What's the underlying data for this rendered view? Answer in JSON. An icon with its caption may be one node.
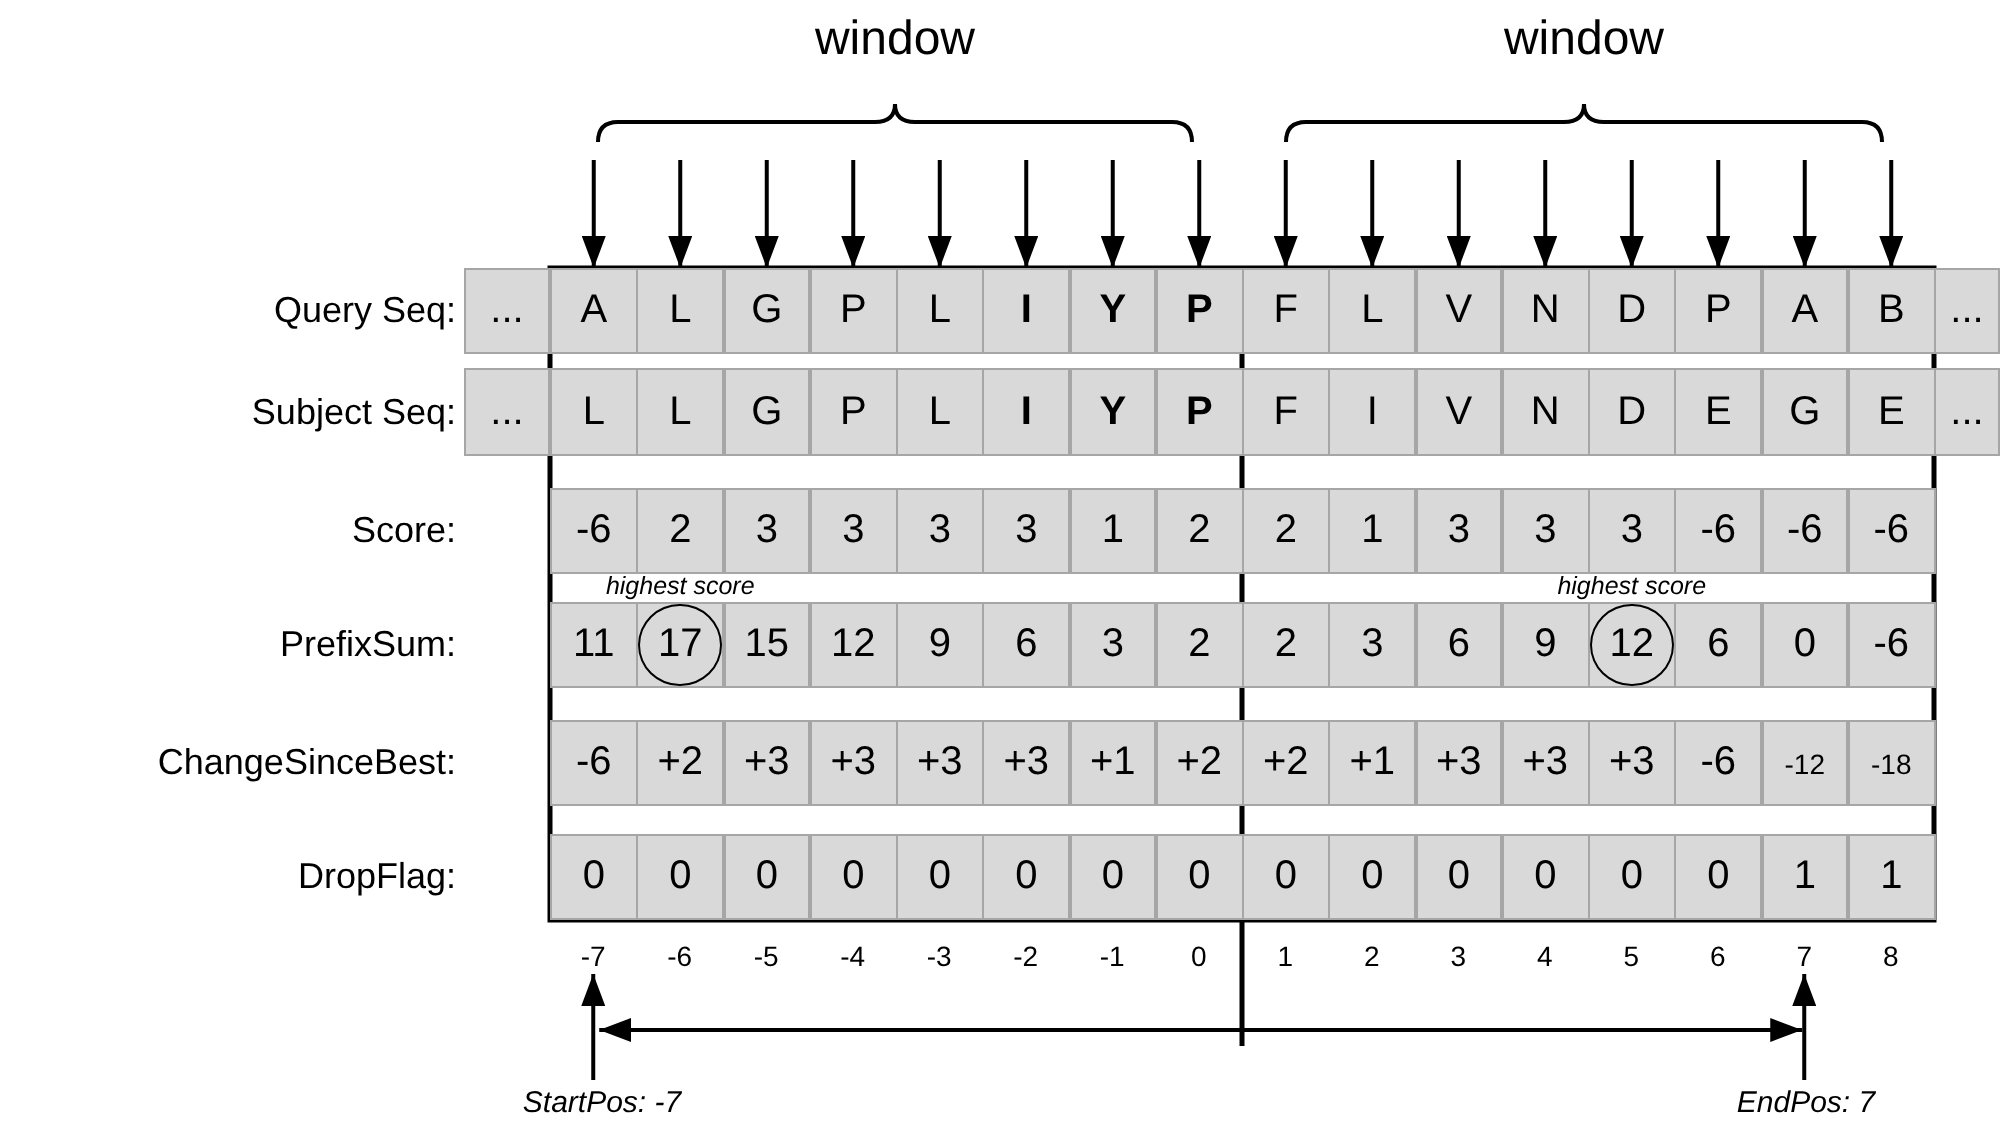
{
  "diagram": {
    "nodes": [
      {
        "text": [
          "window"
        ]
      },
      {
        "text": [
          "window"
        ]
      },
      {
        "text": [
          "..."
        ]
      },
      {
        "text": [
          "A"
        ]
      },
      {
        "text": [
          "L"
        ]
      },
      {
        "text": [
          "G"
        ]
      },
      {
        "text": [
          "P"
        ]
      },
      {
        "text": [
          "L"
        ]
      },
      {
        "text": [
          "I"
        ]
      },
      {
        "text": [
          "Y"
        ]
      },
      {
        "text": [
          "P"
        ]
      },
      {
        "text": [
          "F"
        ]
      },
      {
        "text": [
          "L"
        ]
      },
      {
        "text": [
          "V"
        ]
      },
      {
        "text": [
          "N"
        ]
      },
      {
        "text": [
          "D"
        ]
      },
      {
        "text": [
          "P"
        ]
      },
      {
        "text": [
          "A"
        ]
      },
      {
        "text": [
          "B"
        ]
      },
      {
        "text": [
          "..."
        ]
      },
      {
        "text": [
          "..."
        ]
      },
      {
        "text": [
          "L"
        ]
      },
      {
        "text": [
          "L"
        ]
      },
      {
        "text": [
          "G"
        ]
      },
      {
        "text": [
          "P"
        ]
      },
      {
        "text": [
          "L"
        ]
      },
      {
        "text": [
          "I"
        ]
      },
      {
        "text": [
          "Y"
        ]
      },
      {
        "text": [
          "P"
        ]
      },
      {
        "text": [
          "F"
        ]
      },
      {
        "text": [
          "I"
        ]
      },
      {
        "text": [
          "V"
        ]
      },
      {
        "text": [
          "N"
        ]
      },
      {
        "text": [
          "D"
        ]
      },
      {
        "text": [
          "E"
        ]
      },
      {
        "text": [
          "G"
        ]
      },
      {
        "text": [
          "E"
        ]
      },
      {
        "text": [
          "..."
        ]
      },
      {
        "text": [
          "-6"
        ]
      },
      {
        "text": [
          "2"
        ]
      },
      {
        "text": [
          "3"
        ]
      },
      {
        "text": [
          "3"
        ]
      },
      {
        "text": [
          "3"
        ]
      },
      {
        "text": [
          "3"
        ]
      },
      {
        "text": [
          "1"
        ]
      },
      {
        "text": [
          "2"
        ]
      },
      {
        "text": [
          "2"
        ]
      },
      {
        "text": [
          "1"
        ]
      },
      {
        "text": [
          "3"
        ]
      },
      {
        "text": [
          "3"
        ]
      },
      {
        "text": [
          "3"
        ]
      },
      {
        "text": [
          "-6"
        ]
      },
      {
        "text": [
          "-6"
        ]
      },
      {
        "text": [
          "-6"
        ]
      },
      {
        "text": [
          "11"
        ]
      },
      {
        "text": [
          "17"
        ],
        "beside": [
          "highest score"
        ]
      },
      {
        "text": [
          "15"
        ]
      },
      {
        "text": [
          "12"
        ]
      },
      {
        "text": [
          "9"
        ]
      },
      {
        "text": [
          "6"
        ]
      },
      {
        "text": [
          "3"
        ]
      },
      {
        "text": [
          "2"
        ]
      },
      {
        "text": [
          "2"
        ]
      },
      {
        "text": [
          "3"
        ]
      },
      {
        "text": [
          "6"
        ]
      },
      {
        "text": [
          "9"
        ]
      },
      {
        "text": [
          "12"
        ],
        "beside": [
          "highest score"
        ]
      },
      {
        "text": [
          "6"
        ]
      },
      {
        "text": [
          "0"
        ]
      },
      {
        "text": [
          "-6"
        ]
      },
      {
        "text": [
          "-6"
        ]
      },
      {
        "text": [
          "+2"
        ]
      },
      {
        "text": [
          "+3"
        ]
      },
      {
        "text": [
          "+3"
        ]
      },
      {
        "text": [
          "+3"
        ]
      },
      {
        "text": [
          "+3"
        ]
      },
      {
        "text": [
          "+1"
        ]
      },
      {
        "text": [
          "+2"
        ]
      },
      {
        "text": [
          "+2"
        ]
      },
      {
        "text": [
          "+1"
        ]
      },
      {
        "text": [
          "+3"
        ]
      },
      {
        "text": [
          "+3"
        ]
      },
      {
        "text": [
          "+3"
        ]
      },
      {
        "text": [
          "-6"
        ]
      },
      {
        "text": [
          "-12"
        ]
      },
      {
        "text": [
          "-18"
        ]
      },
      {
        "text": [
          "0"
        ]
      },
      {
        "text": [
          "0"
        ]
      },
      {
        "text": [
          "0"
        ]
      },
      {
        "text": [
          "0"
        ]
      },
      {
        "text": [
          "0"
        ]
      },
      {
        "text": [
          "0"
        ]
      },
      {
        "text": [
          "0"
        ]
      },
      {
        "text": [
          "0"
        ]
      },
      {
        "text": [
          "0"
        ]
      },
      {
        "text": [
          "0"
        ]
      },
      {
        "text": [
          "0"
        ]
      },
      {
        "text": [
          "0"
        ]
      },
      {
        "text": [
          "0"
        ]
      },
      {
        "text": [
          "0"
        ]
      },
      {
        "text": [
          "1"
        ]
      },
      {
        "text": [
          "1"
        ]
      },
      {
        "text": [
          "-7"
        ]
      },
      {
        "text": [
          "-6"
        ]
      },
      {
        "text": [
          "-5"
        ]
      },
      {
        "text": [
          "-4"
        ]
      },
      {
        "text": [
          "-3"
        ]
      },
      {
        "text": [
          "-2"
        ]
      },
      {
        "text": [
          "-1"
        ]
      },
      {
        "text": [
          "0"
        ]
      },
      {
        "text": [
          "1"
        ]
      },
      {
        "text": [
          "2"
        ]
      },
      {
        "text": [
          "3"
        ]
      },
      {
        "text": [
          "4"
        ]
      },
      {
        "text": [
          "5"
        ]
      },
      {
        "text": [
          "6"
        ]
      },
      {
        "text": [
          "7"
        ]
      },
      {
        "text": [
          "8"
        ]
      },
      {
        "text": [
          "StartPos: -7"
        ]
      },
      {
        "text": [
          "EndPos: 7"
        ]
      }
    ],
    "edges": [
      {
        "from": 0,
        "to": 3,
        "arrow": "to"
      },
      {
        "from": 0,
        "to": 4,
        "arrow": "to"
      },
      {
        "from": 0,
        "to": 5,
        "arrow": "to"
      },
      {
        "from": 0,
        "to": 6,
        "arrow": "to"
      },
      {
        "from": 0,
        "to": 7,
        "arrow": "to"
      },
      {
        "from": 0,
        "to": 8,
        "arrow": "to"
      },
      {
        "from": 0,
        "to": 9,
        "arrow": "to"
      },
      {
        "from": 0,
        "to": 10,
        "arrow": "to"
      },
      {
        "from": 1,
        "to": 11,
        "arrow": "to"
      },
      {
        "from": 1,
        "to": 12,
        "arrow": "to"
      },
      {
        "from": 1,
        "to": 13,
        "arrow": "to"
      },
      {
        "from": 1,
        "to": 14,
        "arrow": "to"
      },
      {
        "from": 1,
        "to": 15,
        "arrow": "to"
      },
      {
        "from": 1,
        "to": 16,
        "arrow": "to"
      },
      {
        "from": 1,
        "to": 17,
        "arrow": "to"
      },
      {
        "from": 1,
        "to": 18,
        "arrow": "to"
      },
      {
        "from": 118,
        "to": 102,
        "arrow": "to"
      },
      {
        "from": 119,
        "to": 116,
        "arrow": "to"
      },
      {
        "from": 102,
        "to": 116,
        "arrow": "both"
      }
    ],
    "labels": [
      "Query Seq:",
      "Subject Seq:",
      "Score:",
      "PrefixSum:",
      "ChangeSinceBest:",
      "DropFlag:"
    ]
  }
}
